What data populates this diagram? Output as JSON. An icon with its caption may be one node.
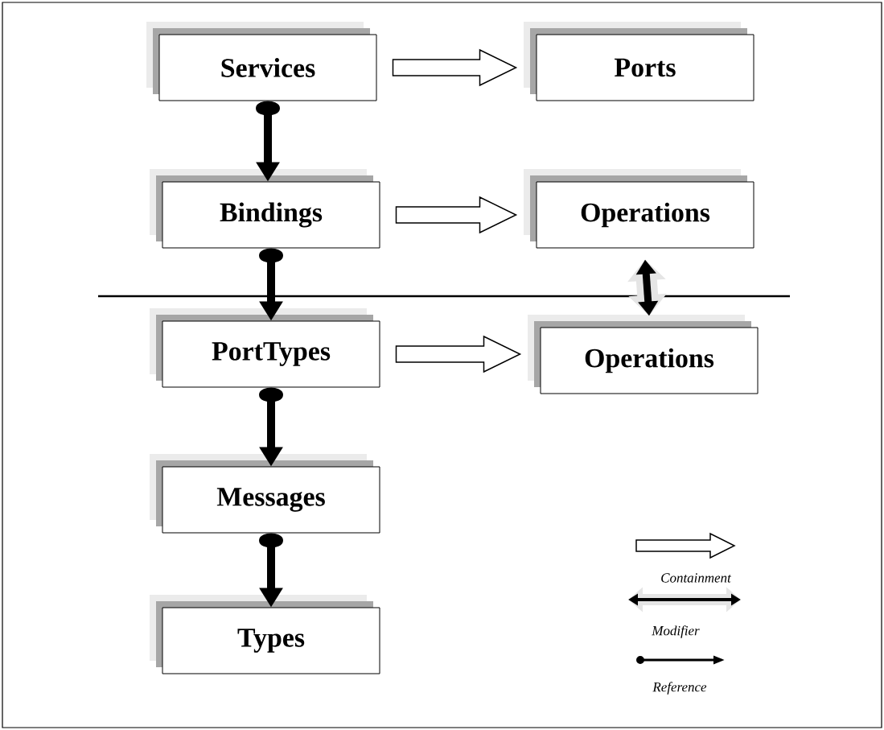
{
  "diagram": {
    "nodes": [
      {
        "text": [
          "Services"
        ]
      },
      {
        "text": [
          "Ports"
        ]
      },
      {
        "text": [
          "Bindings"
        ]
      },
      {
        "text": [
          "Operations"
        ]
      },
      {
        "text": [
          "PortTypes"
        ]
      },
      {
        "text": [
          "Operations"
        ]
      },
      {
        "text": [
          "Messages"
        ]
      },
      {
        "text": [
          "Types"
        ]
      }
    ],
    "edges": [
      {
        "from": 0,
        "to": 1,
        "arrow": "to",
        "style": "thick"
      },
      {
        "from": 0,
        "to": 2,
        "arrow": "to"
      },
      {
        "from": 2,
        "to": 3,
        "arrow": "to",
        "style": "thick"
      },
      {
        "from": 2,
        "to": 4,
        "arrow": "to"
      },
      {
        "from": 3,
        "to": 5,
        "arrow": "both"
      },
      {
        "from": 4,
        "to": 5,
        "arrow": "to",
        "style": "thick"
      },
      {
        "from": 4,
        "to": 6,
        "arrow": "to"
      },
      {
        "from": 6,
        "to": 7,
        "arrow": "to"
      }
    ],
    "legend": [
      {
        "text": "Containment"
      },
      {
        "text": "Modifier"
      },
      {
        "text": "Reference"
      }
    ]
  }
}
